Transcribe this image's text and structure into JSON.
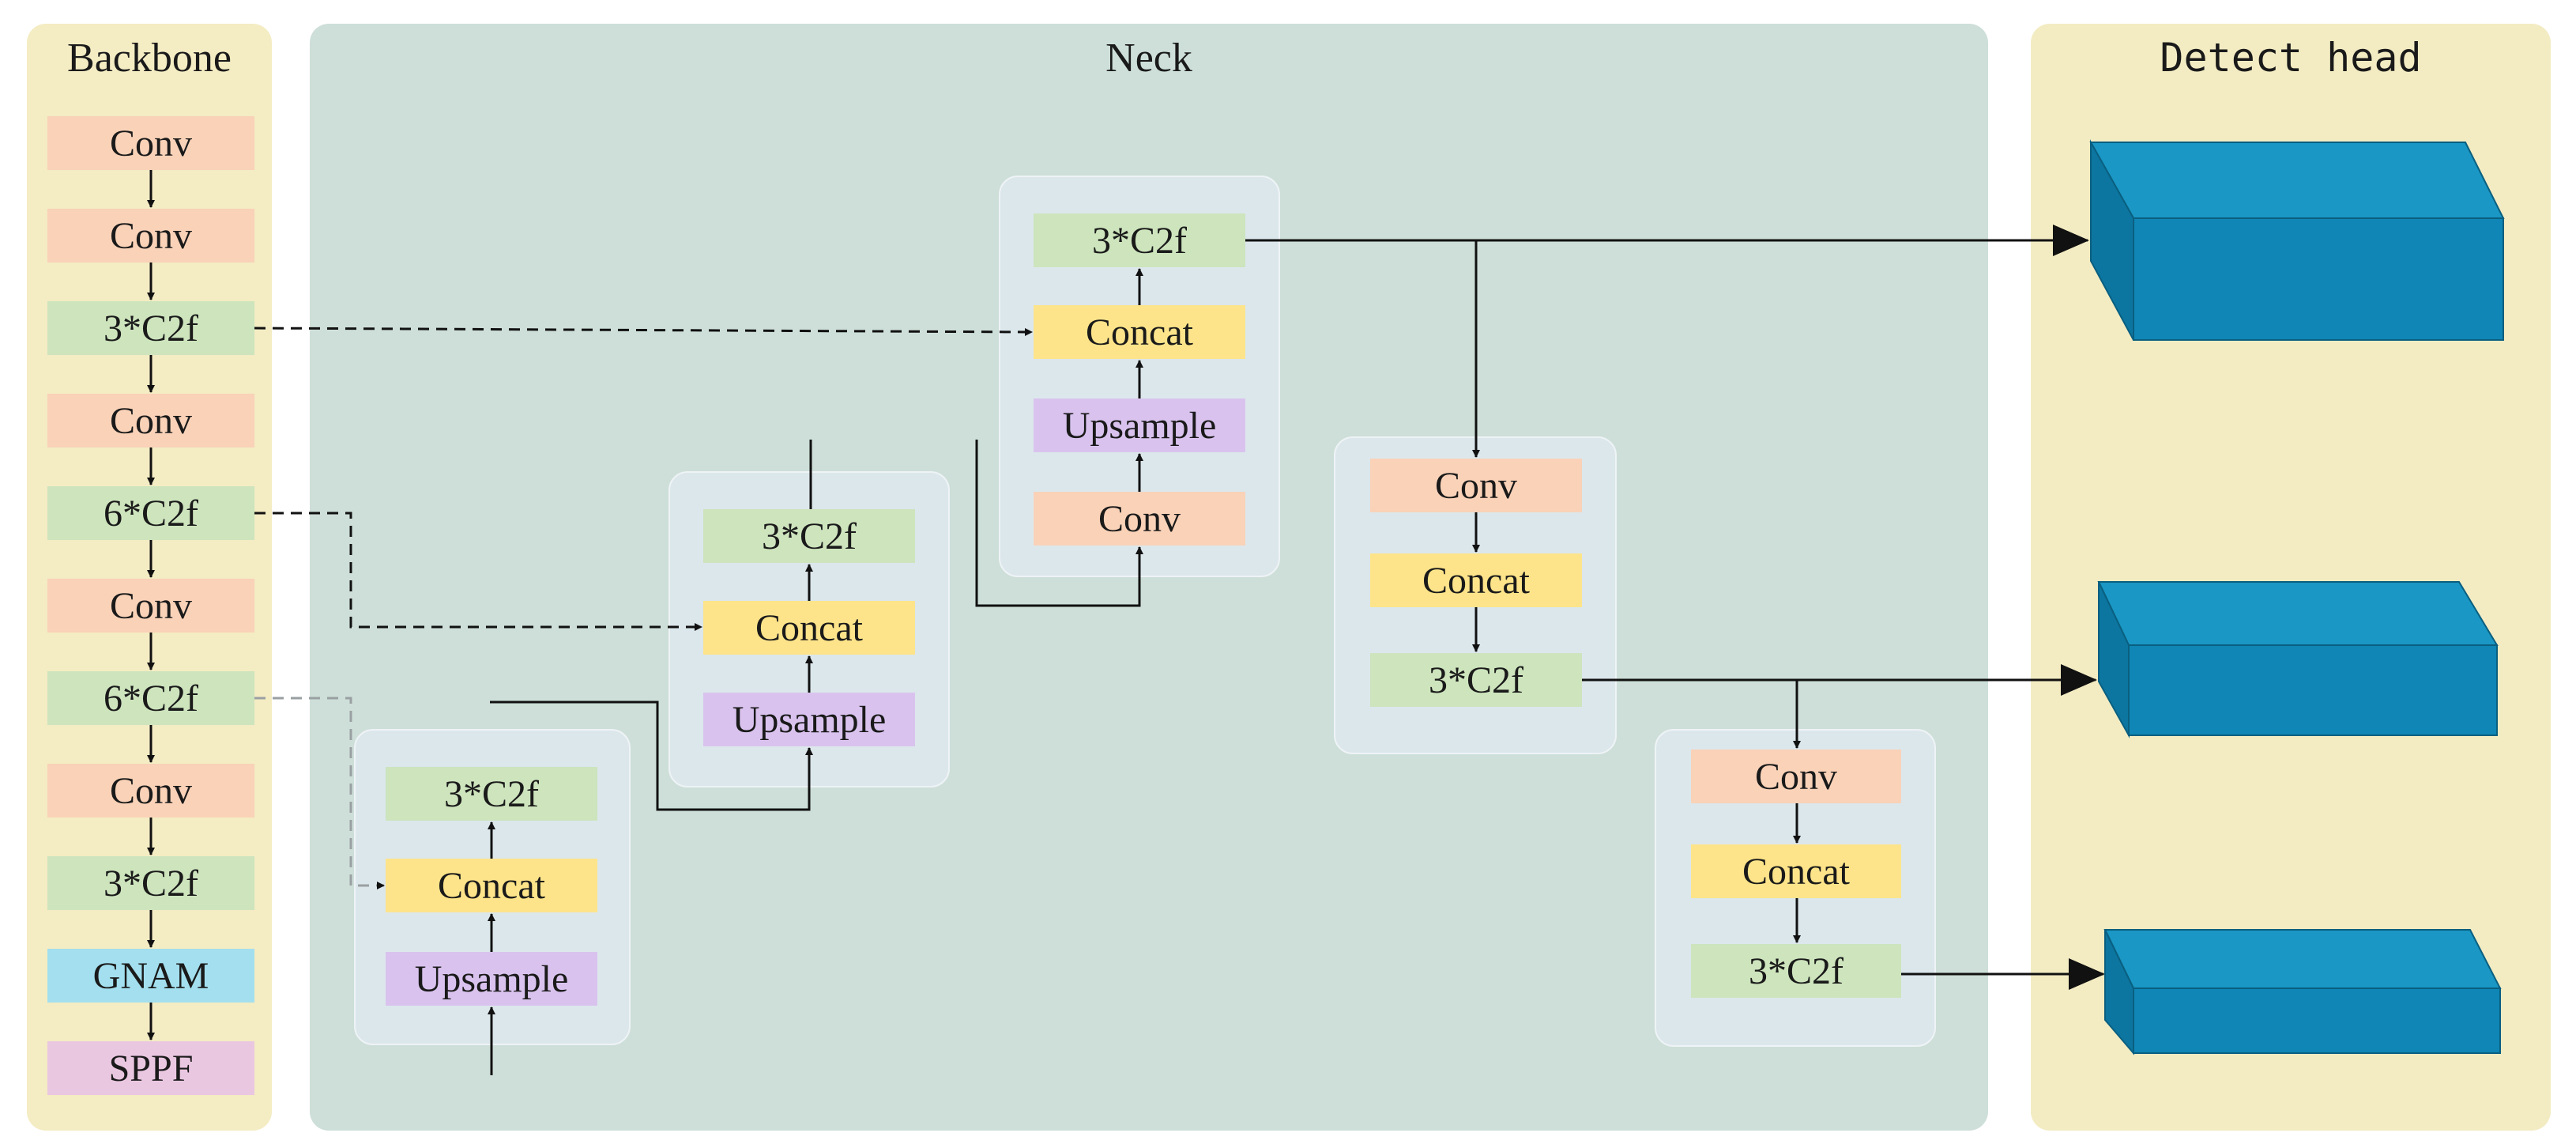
{
  "backbone": {
    "title": "Backbone",
    "blocks": [
      "Conv",
      "Conv",
      "3*C2f",
      "Conv",
      "6*C2f",
      "Conv",
      "6*C2f",
      "Conv",
      "3*C2f",
      "GNAM",
      "SPPF"
    ]
  },
  "neck": {
    "title": "Neck",
    "group1": [
      "3*C2f",
      "Concat",
      "Upsample"
    ],
    "group2": [
      "3*C2f",
      "Concat",
      "Upsample"
    ],
    "group3": [
      "3*C2f",
      "Concat",
      "Upsample",
      "Conv"
    ],
    "group4": [
      "Conv",
      "Concat",
      "3*C2f"
    ],
    "group5": [
      "Conv",
      "Concat",
      "3*C2f"
    ]
  },
  "head": {
    "title": "Detect head"
  },
  "colors": {
    "backbone_bg": "#f4ecc3",
    "neck_bg": "#cddfd8",
    "head_bg": "#f3ecc3",
    "conv": "#f9d2b8",
    "c2f": "#cde4bd",
    "concat": "#fde48a",
    "upsample": "#d9c3ee",
    "gnam": "#a3dfee",
    "sppf": "#eac7e1",
    "detect_box": "#0f86b5"
  }
}
